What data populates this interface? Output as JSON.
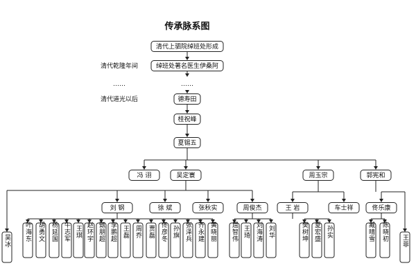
{
  "title": "传承脉系图",
  "side_notes": [
    {
      "id": "qianlong",
      "text": "清代乾隆年间"
    },
    {
      "id": "dots",
      "text": "……"
    },
    {
      "id": "daoguang",
      "text": "清代道光以后"
    }
  ],
  "nodes": [
    {
      "id": "n1",
      "text": "清代上驷院绰班处形成"
    },
    {
      "id": "n2",
      "text": "绰班处著名医生伊桑阿"
    },
    {
      "id": "ndots",
      "text": "……"
    },
    {
      "id": "n3",
      "text": "德寿田"
    },
    {
      "id": "n4",
      "text": "桂祝峰"
    },
    {
      "id": "n5",
      "text": "夏锡五"
    },
    {
      "id": "feng",
      "text": "冯  诩"
    },
    {
      "id": "wudj",
      "text": "吴定寰"
    },
    {
      "id": "zhouyz",
      "text": "周玉宗"
    },
    {
      "id": "guoxh",
      "text": "郭宪和"
    },
    {
      "id": "wubing",
      "text": "吴冰"
    },
    {
      "id": "liugang",
      "text": "刘  钢"
    },
    {
      "id": "xubin",
      "text": "徐  斌"
    },
    {
      "id": "zhangqs",
      "text": "张秋实"
    },
    {
      "id": "zhoujj",
      "text": "周俊杰"
    },
    {
      "id": "wangyan",
      "text": "王  岩"
    },
    {
      "id": "chets",
      "text": "车士祥"
    },
    {
      "id": "xiulk",
      "text": "佟乐康"
    },
    {
      "id": "wangfei",
      "text": "王菲"
    },
    {
      "id": "c1",
      "text": "叶海东"
    },
    {
      "id": "c2",
      "text": "胡勇文"
    },
    {
      "id": "c3",
      "text": "杨延国"
    },
    {
      "id": "c4",
      "text": "牛志军"
    },
    {
      "id": "c5",
      "text": "王琪"
    },
    {
      "id": "c6",
      "text": "赵环宇"
    },
    {
      "id": "c7",
      "text": "甄朋超"
    },
    {
      "id": "c8",
      "text": "李鹏超"
    },
    {
      "id": "c9",
      "text": "王磊"
    },
    {
      "id": "c10",
      "text": "周乔"
    },
    {
      "id": "c11",
      "text": "贾磊"
    },
    {
      "id": "c12",
      "text": "佟彦冬"
    },
    {
      "id": "c13",
      "text": "孙旗"
    },
    {
      "id": "c14",
      "text": "张泽兵"
    },
    {
      "id": "c15",
      "text": "齐永建"
    },
    {
      "id": "c16",
      "text": "黄晓丽"
    },
    {
      "id": "d1",
      "text": "屈智伟"
    },
    {
      "id": "d2",
      "text": "王琦"
    },
    {
      "id": "d3",
      "text": "刘海涛"
    },
    {
      "id": "d4",
      "text": "刘华"
    },
    {
      "id": "e1",
      "text": "樊树坤"
    },
    {
      "id": "e2",
      "text": "夏宏盛"
    },
    {
      "id": "e3",
      "text": "孙实"
    },
    {
      "id": "f1",
      "text": "臧晴雪"
    },
    {
      "id": "f2",
      "text": "陈晓初"
    }
  ]
}
